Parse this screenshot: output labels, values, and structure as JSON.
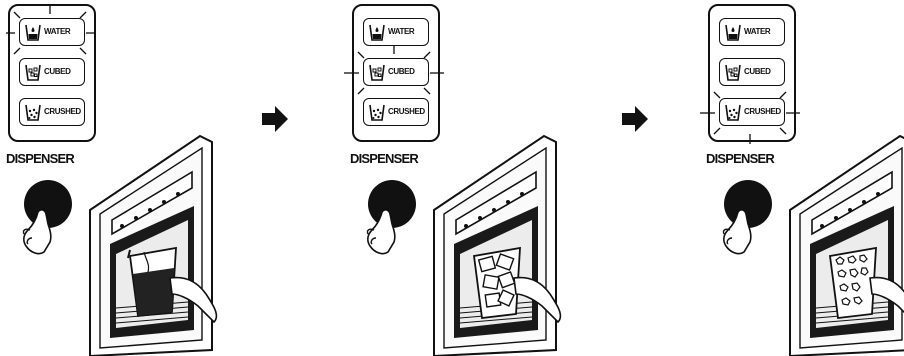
{
  "steps": [
    {
      "buttons": [
        {
          "label": "WATER",
          "icon": "water-cup-icon"
        },
        {
          "label": "CUBED",
          "icon": "cubed-ice-cup-icon"
        },
        {
          "label": "CRUSHED",
          "icon": "crushed-ice-cup-icon"
        }
      ],
      "selected": "WATER",
      "dispenser_label": "DISPENSER",
      "glass_contents": "water"
    },
    {
      "buttons": [
        {
          "label": "WATER",
          "icon": "water-cup-icon"
        },
        {
          "label": "CUBED",
          "icon": "cubed-ice-cup-icon"
        },
        {
          "label": "CRUSHED",
          "icon": "crushed-ice-cup-icon"
        }
      ],
      "selected": "CUBED",
      "dispenser_label": "DISPENSER",
      "glass_contents": "ice cubes"
    },
    {
      "buttons": [
        {
          "label": "WATER",
          "icon": "water-cup-icon"
        },
        {
          "label": "CUBED",
          "icon": "cubed-ice-cup-icon"
        },
        {
          "label": "CRUSHED",
          "icon": "crushed-ice-cup-icon"
        }
      ],
      "selected": "CRUSHED",
      "dispenser_label": "DISPENSER",
      "glass_contents": "crushed ice"
    }
  ],
  "arrows": [
    "right-arrow-icon",
    "right-arrow-icon"
  ],
  "colors": {
    "ink": "#111111",
    "paper": "#ffffff"
  }
}
